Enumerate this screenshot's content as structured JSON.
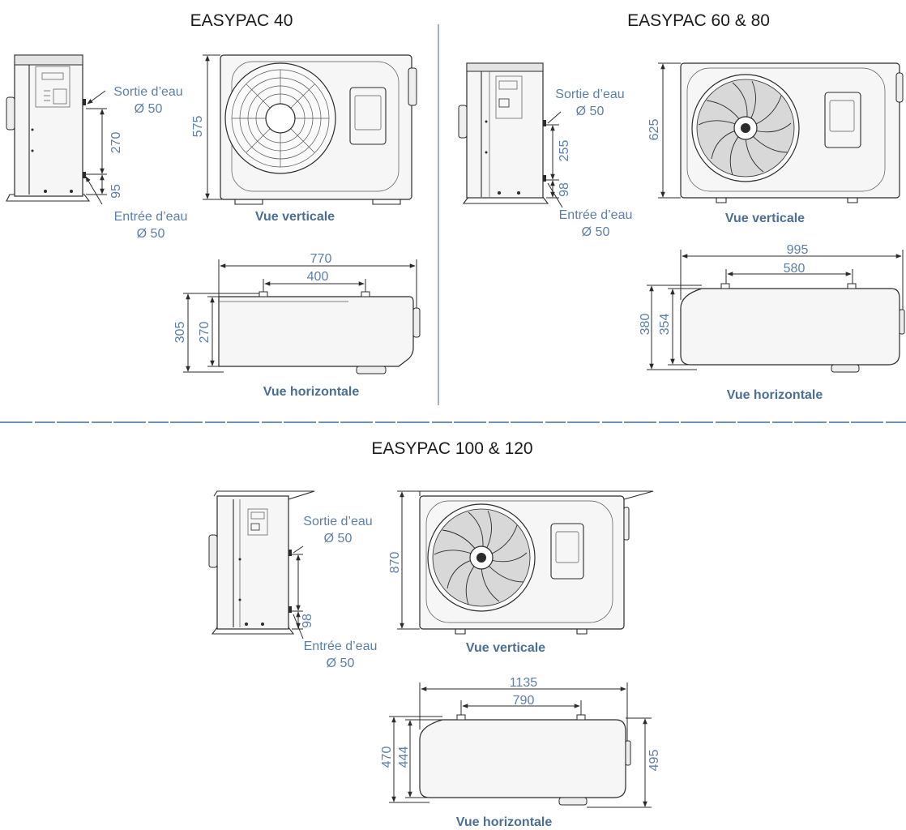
{
  "colors": {
    "accent": "#4a6f95",
    "label": "#5b7fa8",
    "separator": "#5a80a8",
    "ink": "#2b2b2b"
  },
  "models": {
    "m40": {
      "title": "EASYPAC 40",
      "side": {
        "out_label": "Sortie d’eau",
        "out_dia": "Ø 50",
        "in_label": "Entrée d’eau",
        "in_dia": "Ø 50",
        "d_upper": "270",
        "d_lower": "95"
      },
      "front": {
        "height": "575",
        "caption": "Vue verticale"
      },
      "top": {
        "width": "770",
        "feet": "400",
        "depth_outer": "305",
        "depth_inner": "270",
        "caption": "Vue horizontale"
      }
    },
    "m60": {
      "title": "EASYPAC 60 & 80",
      "side": {
        "out_label": "Sortie d’eau",
        "out_dia": "Ø 50",
        "in_label": "Entrée d’eau",
        "in_dia": "Ø 50",
        "d_upper": "255",
        "d_lower": "98"
      },
      "front": {
        "height": "625",
        "caption": "Vue verticale"
      },
      "top": {
        "width": "995",
        "feet": "580",
        "depth_outer": "380",
        "depth_inner": "354",
        "caption": "Vue horizontale"
      }
    },
    "m100": {
      "title": "EASYPAC 100 & 120",
      "side": {
        "out_label": "Sortie d’eau",
        "out_dia": "Ø 50",
        "in_label": "Entrée d’eau",
        "in_dia": "Ø 50",
        "d_lower": "98"
      },
      "front": {
        "height": "870",
        "caption": "Vue verticale"
      },
      "top": {
        "width": "1135",
        "feet": "790",
        "depth_outer": "470",
        "depth_inner": "444",
        "depth_right": "495",
        "caption": "Vue horizontale"
      }
    }
  }
}
